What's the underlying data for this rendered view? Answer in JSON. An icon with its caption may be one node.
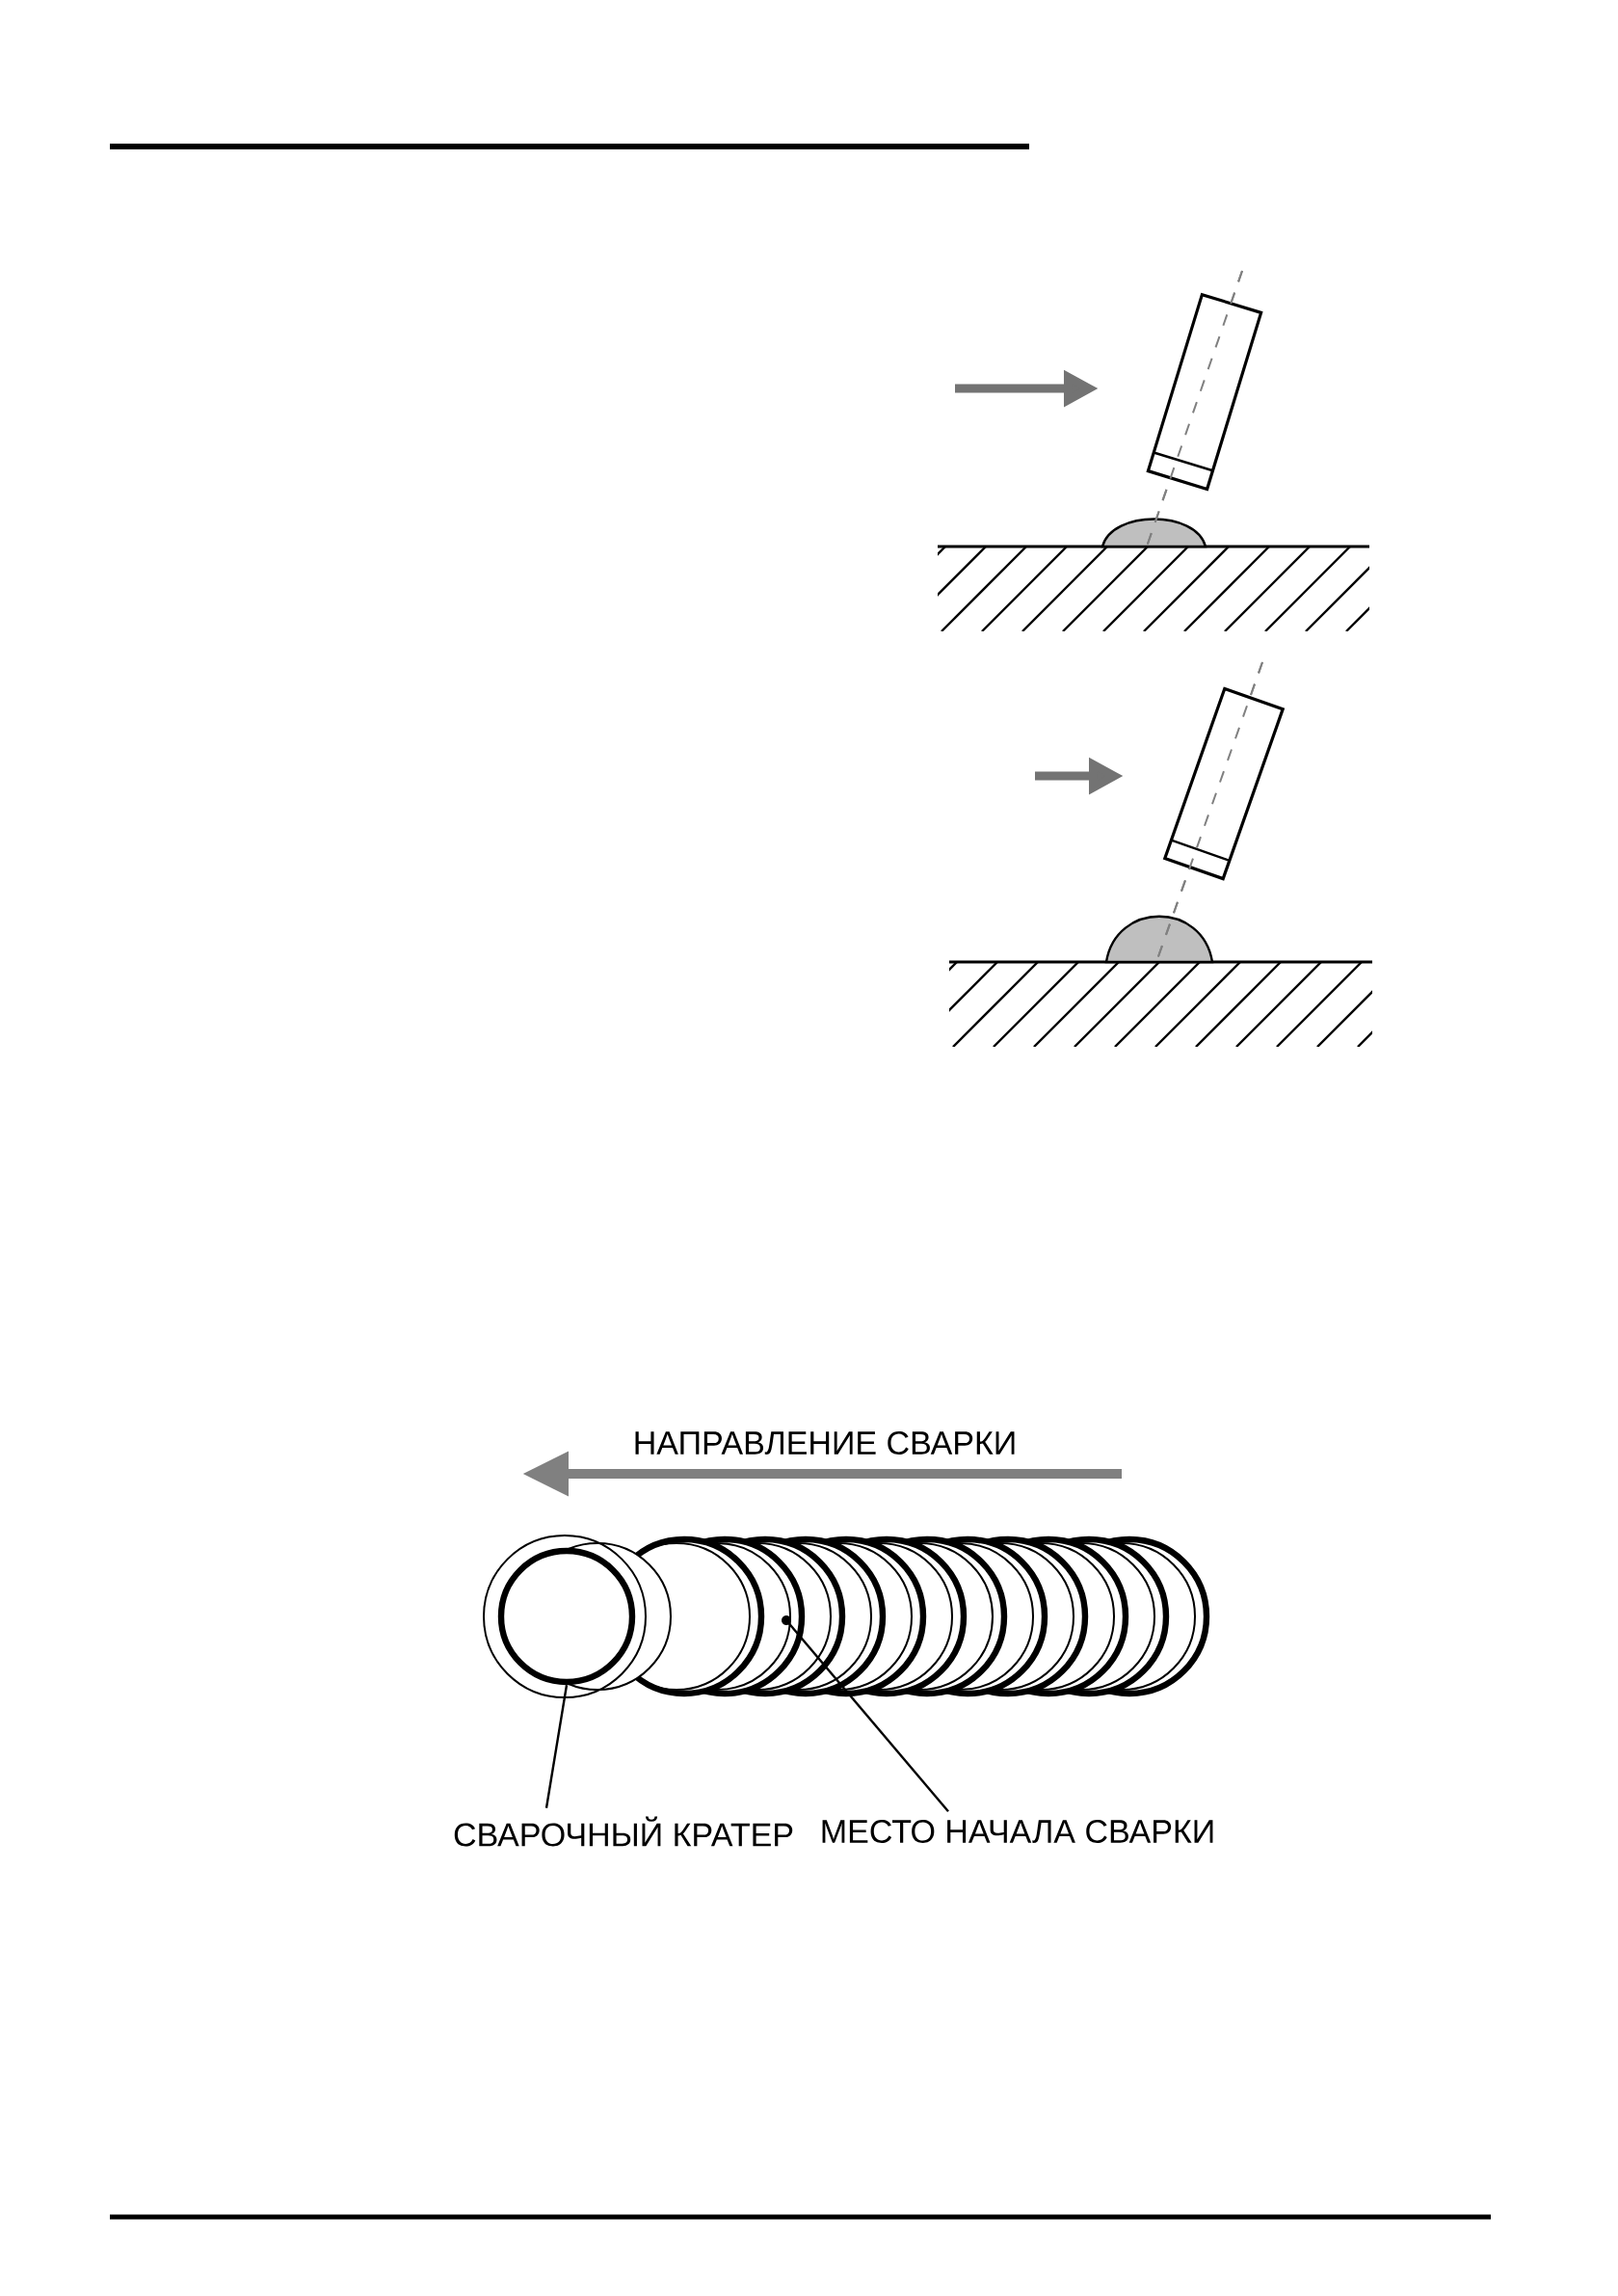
{
  "diagram": {
    "nodes": [
      {
        "text": [
          "СВАРОЧНЫЙ КРАТЕР"
        ]
      },
      {
        "text": [],
        "shape": "circle"
      },
      {
        "text": [
          "МЕСТО НАЧАЛА СВАРКИ"
        ]
      },
      {
        "text": [],
        "shape": "circle"
      }
    ],
    "edges": [
      {
        "from": 0,
        "to": 1,
        "arrow": "none"
      },
      {
        "from": 2,
        "to": 3,
        "arrow": "none"
      }
    ],
    "labels": [
      "НАПРАВЛЕНИЕ СВАРКИ"
    ]
  }
}
